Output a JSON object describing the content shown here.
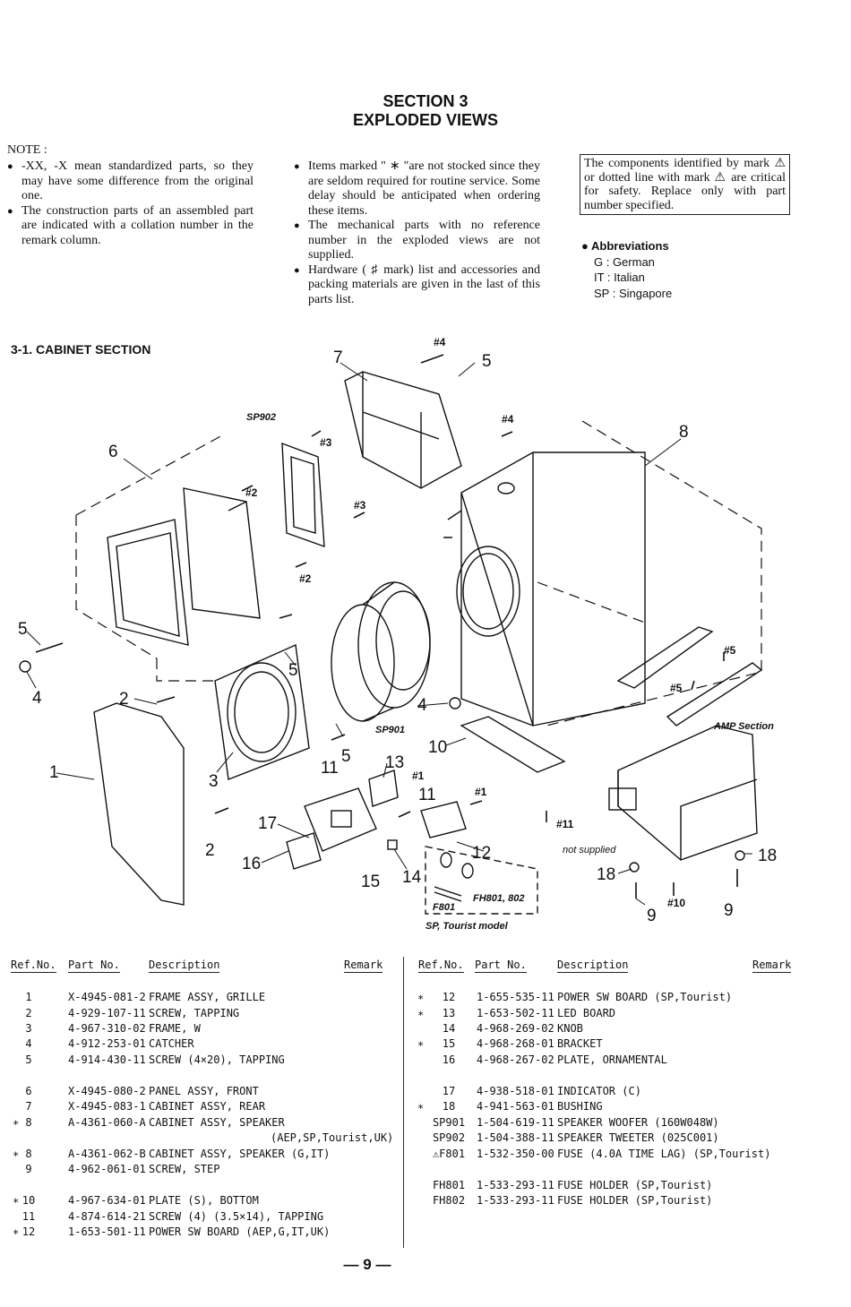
{
  "section": {
    "line1": "SECTION 3",
    "line2": "EXPLODED VIEWS"
  },
  "notes": {
    "label": "NOTE :",
    "col1": [
      "-XX,  -X mean standardized parts, so they may have some difference from the original one.",
      "The construction parts of an assembled part are indicated with a collation number in the remark column."
    ],
    "col2": [
      "Items marked \" ∗ \"are not stocked since they are seldom required for routine service. Some delay should be anticipated when ordering these items.",
      "The mechanical parts with no reference number in the exploded views are not supplied.",
      "Hardware ( ♯ mark) list and accessories and packing materials are given in the last of this parts list."
    ]
  },
  "safety_box": {
    "text": "The components identified by mark ⚠ or dotted line with mark ⚠ are critical for safety. Replace only with part number specified."
  },
  "abbreviations": {
    "title": "Abbreviations",
    "items": [
      "G   : German",
      "IT  : Italian",
      "SP : Singapore"
    ]
  },
  "subsection": "3-1.  CABINET SECTION",
  "diagram_labels": {
    "l1": "1",
    "l2a": "2",
    "l2b": "2",
    "l3": "3",
    "l4a": "4",
    "l4b": "4",
    "l5a": "5",
    "l5b": "5",
    "l5c": "5",
    "l5d": "5",
    "l6": "6",
    "l7": "7",
    "l8": "8",
    "l9a": "9",
    "l9b": "9",
    "l10": "10",
    "l11a": "11",
    "l11b": "11",
    "l12": "12",
    "l13": "13",
    "l14": "14",
    "l15": "15",
    "l16": "16",
    "l17": "17",
    "l18a": "18",
    "l18b": "18",
    "h1a": "#1",
    "h1b": "#1",
    "h2a": "#2",
    "h2b": "#2",
    "h3a": "#3",
    "h3b": "#3",
    "h4a": "#4",
    "h4b": "#4",
    "h5a": "#5",
    "h5b": "#5",
    "h10": "#10",
    "h11": "#11",
    "sp901": "SP901",
    "sp902": "SP902",
    "amp": "AMP Section",
    "not_supplied": "not supplied",
    "fh": "FH801, 802",
    "f801": "F801",
    "tourist": "SP, Tourist model"
  },
  "table": {
    "headers": {
      "ref": "Ref.No.",
      "part": "Part No.",
      "desc": "Description",
      "remark": "Remark"
    },
    "left": [
      {
        "mark": "",
        "ref": "1",
        "part": "X-4945-081-2",
        "desc": "FRAME ASSY, GRILLE"
      },
      {
        "mark": "",
        "ref": "2",
        "part": "4-929-107-11",
        "desc": "SCREW, TAPPING"
      },
      {
        "mark": "",
        "ref": "3",
        "part": "4-967-310-02",
        "desc": "FRAME, W"
      },
      {
        "mark": "",
        "ref": "4",
        "part": "4-912-253-01",
        "desc": "CATCHER"
      },
      {
        "mark": "",
        "ref": "5",
        "part": "4-914-430-11",
        "desc": "SCREW (4×20), TAPPING"
      },
      {
        "mark": "",
        "ref": "6",
        "part": "X-4945-080-2",
        "desc": "PANEL ASSY, FRONT"
      },
      {
        "mark": "",
        "ref": "7",
        "part": "X-4945-083-1",
        "desc": "CABINET ASSY, REAR"
      },
      {
        "mark": "∗",
        "ref": "8",
        "part": "A-4361-060-A",
        "desc": "CABINET ASSY, SPEAKER"
      },
      {
        "mark": "",
        "ref": "",
        "part": "",
        "desc": "(AEP,SP,Tourist,UK)"
      },
      {
        "mark": "∗",
        "ref": "8",
        "part": "A-4361-062-B",
        "desc": "CABINET ASSY, SPEAKER (G,IT)"
      },
      {
        "mark": "",
        "ref": "9",
        "part": "4-962-061-01",
        "desc": "SCREW, STEP"
      },
      {
        "mark": "∗",
        "ref": "10",
        "part": "4-967-634-01",
        "desc": "PLATE (S), BOTTOM"
      },
      {
        "mark": "",
        "ref": "11",
        "part": "4-874-614-21",
        "desc": "SCREW (4) (3.5×14), TAPPING"
      },
      {
        "mark": "∗",
        "ref": "12",
        "part": "1-653-501-11",
        "desc": "POWER SW BOARD (AEP,G,IT,UK)"
      }
    ],
    "right": [
      {
        "mark": "∗",
        "ref": "12",
        "part": "1-655-535-11",
        "desc": "POWER SW BOARD (SP,Tourist)"
      },
      {
        "mark": "∗",
        "ref": "13",
        "part": "1-653-502-11",
        "desc": "LED BOARD"
      },
      {
        "mark": "",
        "ref": "14",
        "part": "4-968-269-02",
        "desc": "KNOB"
      },
      {
        "mark": "∗",
        "ref": "15",
        "part": "4-968-268-01",
        "desc": "BRACKET"
      },
      {
        "mark": "",
        "ref": "16",
        "part": "4-968-267-02",
        "desc": "PLATE, ORNAMENTAL"
      },
      {
        "mark": "",
        "ref": "17",
        "part": "4-938-518-01",
        "desc": "INDICATOR (C)"
      },
      {
        "mark": "∗",
        "ref": "18",
        "part": "4-941-563-01",
        "desc": "BUSHING"
      },
      {
        "mark": "",
        "ref": "SP901",
        "part": "1-504-619-11",
        "desc": "SPEAKER WOOFER (160W048W)"
      },
      {
        "mark": "",
        "ref": "SP902",
        "part": "1-504-388-11",
        "desc": "SPEAKER TWEETER (025C001)"
      },
      {
        "mark": "",
        "ref": "⚠F801",
        "part": "1-532-350-00",
        "desc": "FUSE (4.0A TIME LAG) (SP,Tourist)"
      },
      {
        "mark": "",
        "ref": "FH801",
        "part": "1-533-293-11",
        "desc": "FUSE HOLDER (SP,Tourist)"
      },
      {
        "mark": "",
        "ref": "FH802",
        "part": "1-533-293-11",
        "desc": "FUSE HOLDER (SP,Tourist)"
      }
    ]
  },
  "page_number": "— 9 —"
}
